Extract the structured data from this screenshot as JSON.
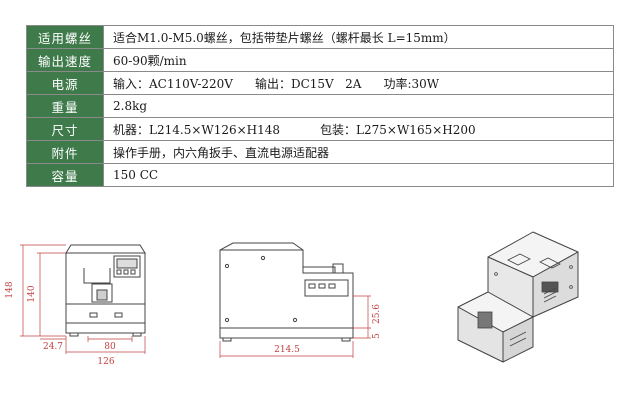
{
  "specs": [
    {
      "label": "适用螺丝",
      "value": "适合M1.0-M5.0螺丝，包括带垫片螺丝（螺杆最长 L=15mm）"
    },
    {
      "label": "输出速度",
      "value": "60-90颗/min"
    },
    {
      "label": "电源",
      "parts": [
        "输入：AC110V-220V",
        "输出：DC15V   2A",
        "功率:30W"
      ]
    },
    {
      "label": "重量",
      "value": "2.8kg"
    },
    {
      "label": "尺寸",
      "parts": [
        "机器：L214.5×W126×H148",
        "包装：L275×W165×H200"
      ]
    },
    {
      "label": "附件",
      "value": "操作手册，内六角扳手、直流电源适配器"
    },
    {
      "label": "容量",
      "value": "150 CC"
    }
  ],
  "front_view": {
    "dims": [
      "148",
      "140",
      "24.7",
      "80",
      "126"
    ]
  },
  "side_view": {
    "dims": [
      "214.5",
      "25.6",
      "5"
    ]
  },
  "colors": {
    "label_bg": "#3f7a4b",
    "dimension": "#c04040",
    "outline": "#444444"
  }
}
